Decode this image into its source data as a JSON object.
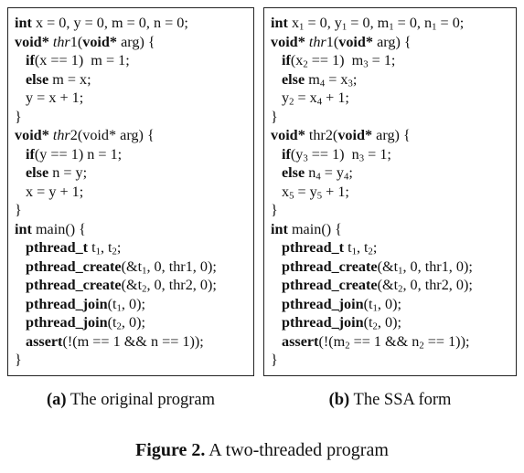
{
  "figure": {
    "label": "Figure 2.",
    "title": "A two-threaded program"
  },
  "panels": [
    {
      "tag": "(a)",
      "caption": "The original program",
      "lines": [
        "int x = 0, y = 0, m = 0, n = 0;",
        "void* thr1(void* arg) {",
        "if(x == 1)  m = 1;",
        "else m = x;",
        "y = x + 1;",
        "}",
        "void* thr2(void* arg) {",
        "if(y == 1) n = 1;",
        "else n = y;",
        "x = y + 1;",
        "}",
        "int main() {",
        "pthread_t t1, t2;",
        "pthread_create(&t1, 0, thr1, 0);",
        "pthread_create(&t2, 0, thr2, 0);",
        "pthread_join(t1, 0);",
        "pthread_join(t2, 0);",
        "assert(!(m == 1 && n == 1));",
        "}"
      ]
    },
    {
      "tag": "(b)",
      "caption": "The SSA form",
      "lines": [
        "int x1 = 0, y1 = 0, m1 = 0, n1 = 0;",
        "void* thr1(void* arg) {",
        "if(x2 == 1)  m3 = 1;",
        "else m4 = x3;",
        "y2 = x4 + 1;",
        "}",
        "void* thr2(void* arg) {",
        "if(y3 == 1)  n3 = 1;",
        "else n4 = y4;",
        "x5 = y5 + 1;",
        "}",
        "int main() {",
        "pthread_t t1, t2;",
        "pthread_create(&t1, 0, thr1, 0);",
        "pthread_create(&t2, 0, thr2, 0);",
        "pthread_join(t1, 0);",
        "pthread_join(t2, 0);",
        "assert(!(m2 == 1 && n2 == 1));",
        "}"
      ]
    }
  ]
}
